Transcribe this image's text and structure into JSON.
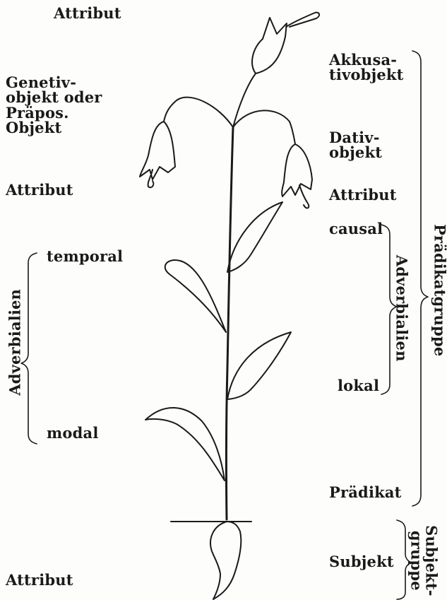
{
  "labels": {
    "attribut_top": "Attribut",
    "genitive": "Genetiv-\nobjekt oder\nPräpos.\nObjekt",
    "attribut_left": "Attribut",
    "temporal": "temporal",
    "adverbialien_left": "Adverbialien",
    "modal": "modal",
    "attribut_bottom": "Attribut",
    "akkusativ": "Akkusa-\ntivobjekt",
    "dativ": "Dativ-\nobjekt",
    "attribut_right": "Attribut",
    "causal": "causal",
    "adverbialien_right": "Adverbialien",
    "lokal": "lokal",
    "praedikat": "Prädikat",
    "subjekt": "Subjekt",
    "praedikatgruppe": "Prädikatgruppe",
    "subjektgruppe": "Subjekt-\ngruppe"
  }
}
